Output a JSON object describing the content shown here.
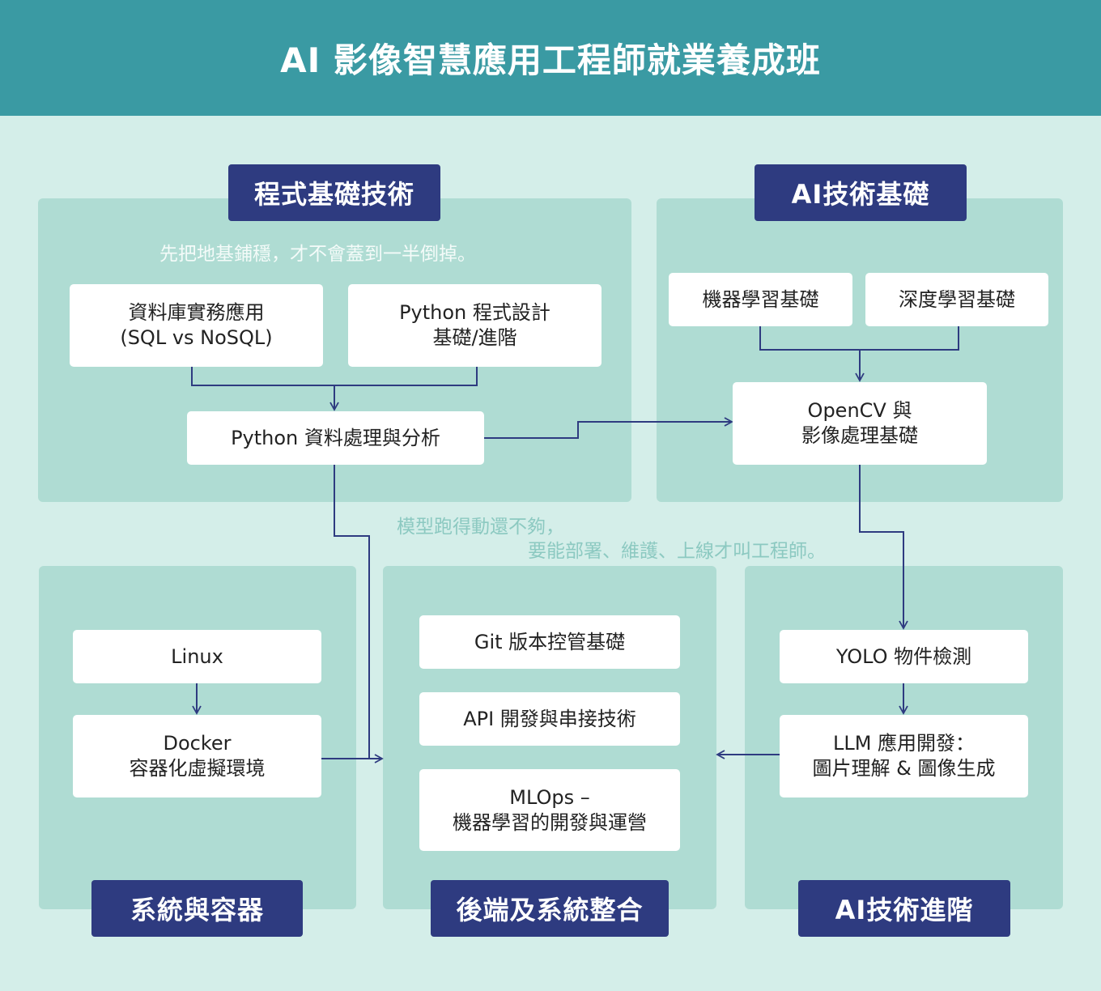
{
  "header": {
    "title": "AI 影像智慧應用工程師就業養成班"
  },
  "sections": {
    "programming": {
      "tag": "程式基礎技術",
      "note": "先把地基鋪穩，才不會蓋到一半倒掉。",
      "db": [
        "資料庫實務應用",
        "(SQL vs NoSQL)"
      ],
      "python": [
        "Python 程式設計",
        "基礎/進階"
      ],
      "analysis": "Python 資料處理與分析"
    },
    "ai_basic": {
      "tag": "AI技術基礎",
      "ml": "機器學習基礎",
      "dl": "深度學習基礎",
      "opencv": [
        "OpenCV 與",
        "影像處理基礎"
      ]
    },
    "middle_note": {
      "line1": "模型跑得動還不夠，",
      "line2": "要能部署、維護、上線才叫工程師。"
    },
    "system": {
      "tag": "系統與容器",
      "linux": "Linux",
      "docker": [
        "Docker",
        "容器化虛擬環境"
      ]
    },
    "backend": {
      "tag": "後端及系統整合",
      "git": "Git 版本控管基礎",
      "api": "API 開發與串接技術",
      "mlops": [
        "MLOps –",
        "機器學習的開發與運營"
      ]
    },
    "ai_advanced": {
      "tag": "AI技術進階",
      "yolo": "YOLO 物件檢測",
      "llm": [
        "LLM 應用開發：",
        "圖片理解 & 圖像生成"
      ]
    }
  },
  "colors": {
    "header_bg": "#3a9aa3",
    "page_bg": "#d4eee9",
    "panel_bg": "#afdcd3",
    "tag_bg": "#2e3b80",
    "line": "#2e3b80"
  }
}
